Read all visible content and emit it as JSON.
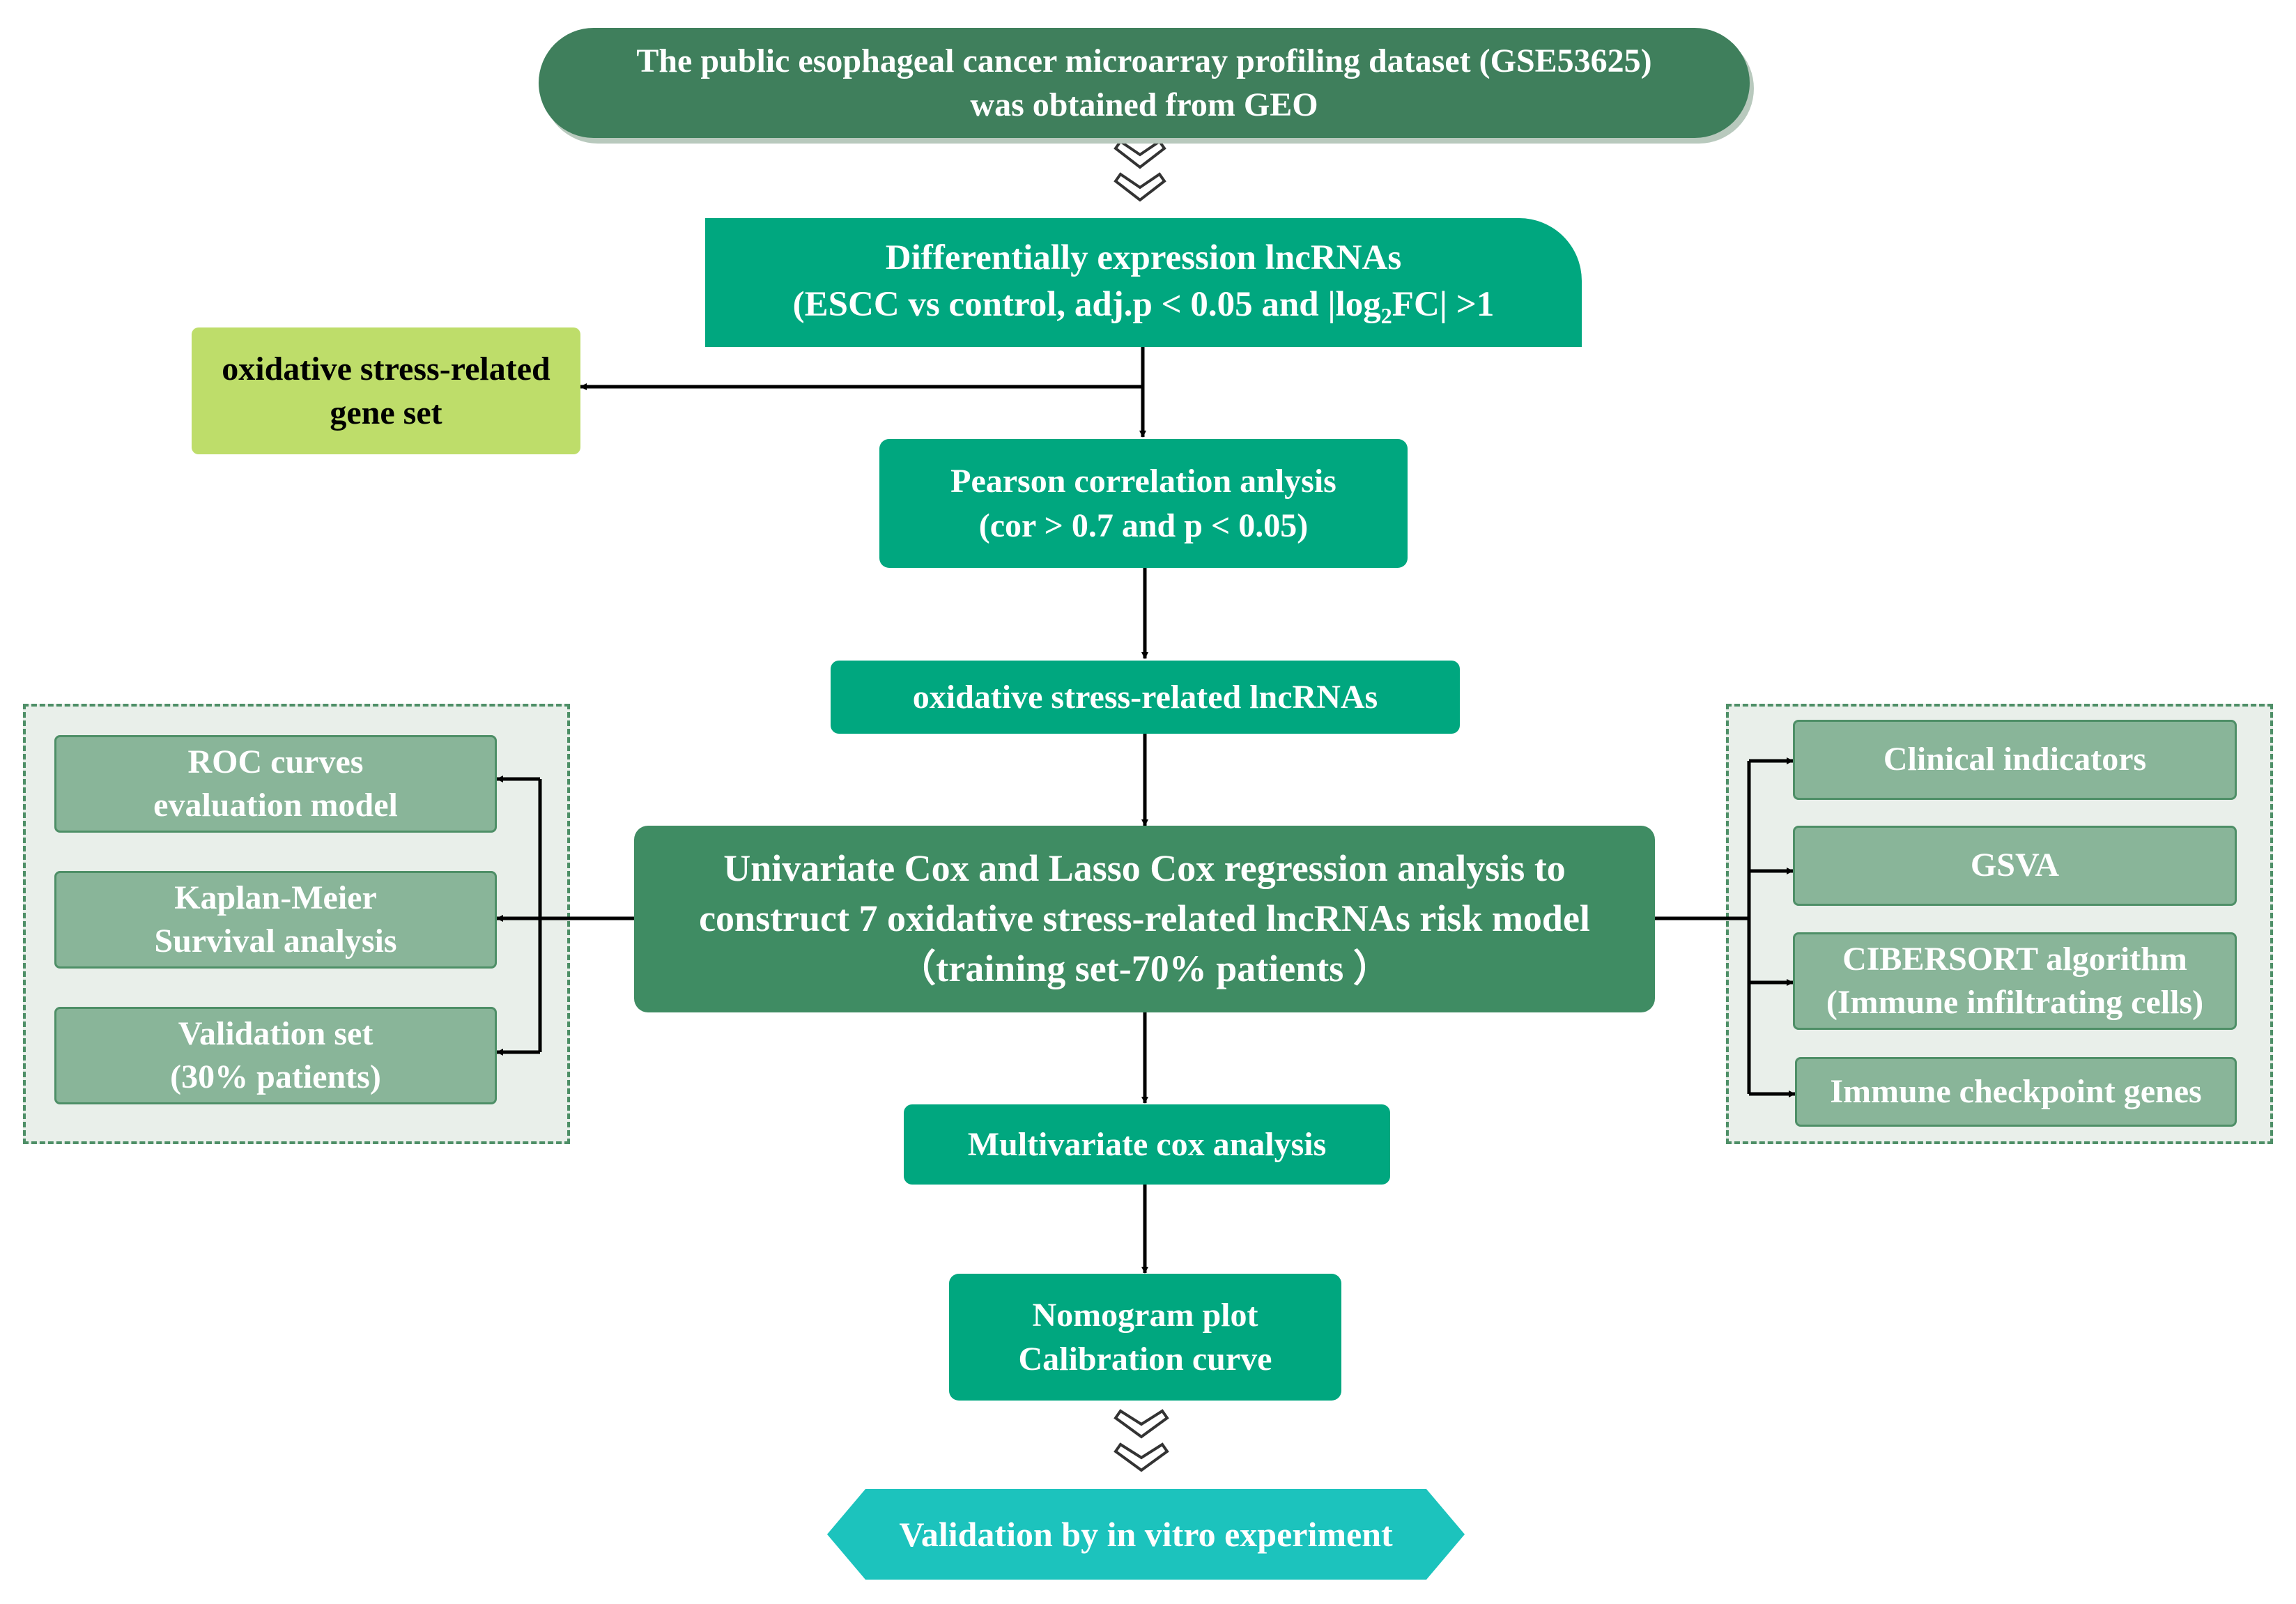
{
  "nodes": {
    "geo": {
      "lines": [
        "The public esophageal cancer microarray profiling dataset (GSE53625)",
        "was obtained from GEO"
      ]
    },
    "diff": {
      "line1": "Differentially expression lncRNAs",
      "line2_pre": "(ESCC vs control, adj.p < 0.05 and |log",
      "line2_sub": "2",
      "line2_post": "FC| >1"
    },
    "geneset": {
      "lines": [
        "oxidative stress-related",
        "gene set"
      ]
    },
    "pearson": {
      "lines": [
        "Pearson correlation anlysis",
        "(cor > 0.7 and p < 0.05)"
      ]
    },
    "oslnc": {
      "lines": [
        "oxidative stress-related lncRNAs"
      ]
    },
    "model": {
      "lines": [
        "Univariate Cox and Lasso Cox regression analysis to",
        "construct 7 oxidative stress-related lncRNAs risk model",
        "（training set-70% patients ）"
      ]
    },
    "multi": {
      "lines": [
        "Multivariate cox analysis"
      ]
    },
    "nomo": {
      "lines": [
        "Nomogram plot",
        "Calibration curve"
      ]
    },
    "vitro": {
      "lines": [
        "Validation by in vitro experiment"
      ]
    }
  },
  "left_panel": [
    {
      "lines": [
        "ROC curves",
        "evaluation model"
      ]
    },
    {
      "lines": [
        "Kaplan-Meier",
        "Survival analysis"
      ]
    },
    {
      "lines": [
        "Validation set",
        "(30% patients)"
      ]
    }
  ],
  "right_panel": [
    {
      "lines": [
        "Clinical indicators"
      ]
    },
    {
      "lines": [
        "GSVA"
      ]
    },
    {
      "lines": [
        "CIBERSORT algorithm",
        "(Immune infiltrating cells)"
      ]
    },
    {
      "lines": [
        "Immune checkpoint genes"
      ]
    }
  ],
  "colors": {
    "top_node": "#3f7f5c",
    "teal_node": "#00a77f",
    "model_node": "#3f8c63",
    "gene_set_node": "#bedd6a",
    "side_node": "#89b599",
    "final_node": "#1cc3bd",
    "panel_bg": "#e9efea"
  }
}
